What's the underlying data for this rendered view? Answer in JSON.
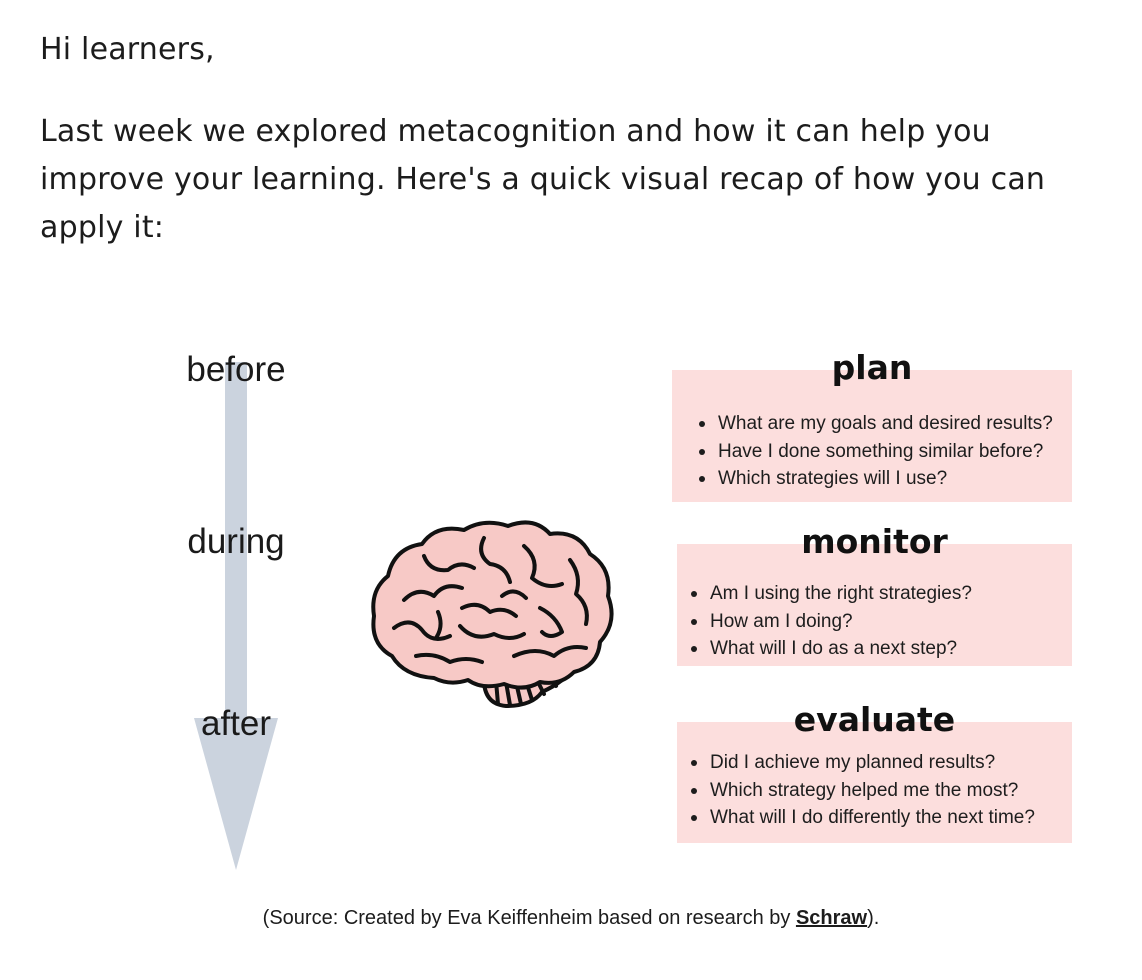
{
  "email": {
    "greeting": "Hi learners,",
    "intro": "Last week we explored metacognition and how it can help you improve your learning. Here's a quick visual recap of how you can apply it:"
  },
  "figure": {
    "phases": {
      "before": "before",
      "during": "during",
      "after": "after"
    },
    "arrow_color": "#cbd3de",
    "card_color": "#fcdedd",
    "brain_color": "#f7c9c6",
    "cards": {
      "plan": {
        "title": "plan",
        "items": [
          "What are my goals and desired results?",
          "Have I done something similar before?",
          "Which strategies will I use?"
        ]
      },
      "monitor": {
        "title": "monitor",
        "items": [
          "Am I using the right strategies?",
          "How am I doing?",
          "What will I do as a next step?"
        ]
      },
      "evaluate": {
        "title": "evaluate",
        "items": [
          "Did I achieve my planned results?",
          "Which strategy helped me the most?",
          "What will I do differently the next time?"
        ]
      }
    }
  },
  "caption": {
    "prefix": "(Source: Created by Eva Keiffenheim based on research by ",
    "link_text": "Schraw",
    "suffix": ")."
  }
}
